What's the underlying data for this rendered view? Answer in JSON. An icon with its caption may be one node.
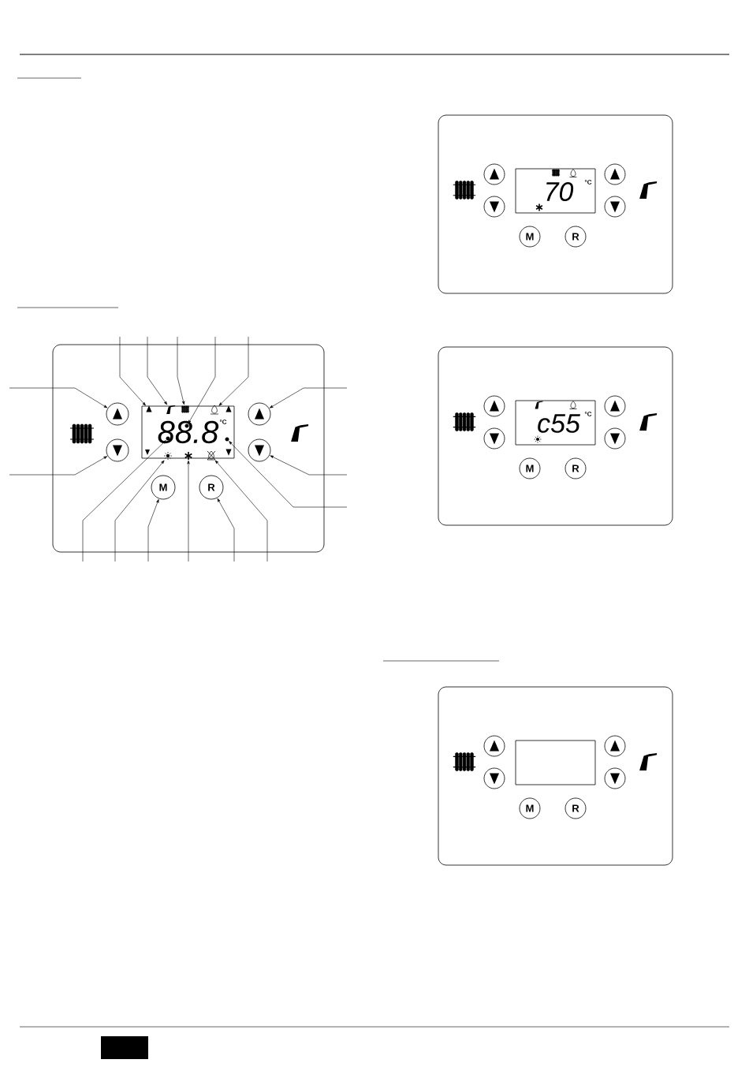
{
  "diagram": {
    "nodes": [
      {
        "text": [],
        "shape": "box"
      },
      {
        "text": [],
        "shape": "circle",
        "in": 0
      },
      {
        "text": [],
        "shape": "circle",
        "in": 0
      },
      {
        "text": [],
        "shape": "circle",
        "in": 0
      },
      {
        "text": [],
        "shape": "circle",
        "in": 0
      },
      {
        "text": [
          "88.8",
          "°C"
        ],
        "in": 0
      },
      {
        "text": [],
        "shape": "triangle",
        "in": 5
      },
      {
        "text": [],
        "shape": "picture",
        "in": 5
      },
      {
        "text": [],
        "shape": "picture",
        "in": 5
      },
      {
        "text": [],
        "shape": "circle",
        "in": 5
      },
      {
        "text": [],
        "shape": "picture",
        "in": 5
      },
      {
        "text": [],
        "shape": "circle",
        "in": 5
      },
      {
        "text": [],
        "shape": "circle",
        "in": 5
      },
      {
        "text": [],
        "shape": "picture",
        "in": 5
      },
      {
        "text": [],
        "shape": "picture",
        "in": 5
      },
      {
        "text": [],
        "shape": "picture",
        "in": 5
      },
      {
        "text": [
          "M"
        ],
        "in": 0
      },
      {
        "text": [
          "R"
        ],
        "in": 0
      },
      {
        "text": [],
        "shape": "box"
      },
      {
        "text": [],
        "shape": "circle",
        "in": 18
      },
      {
        "text": [],
        "shape": "circle",
        "in": 18
      },
      {
        "text": [],
        "shape": "circle",
        "in": 18
      },
      {
        "text": [],
        "shape": "circle",
        "in": 18
      },
      {
        "text": [
          "70",
          "°C"
        ],
        "in": 18
      },
      {
        "text": [
          "M"
        ],
        "in": 18
      },
      {
        "text": [
          "R"
        ],
        "in": 18
      },
      {
        "text": [],
        "shape": "box"
      },
      {
        "text": [],
        "shape": "circle",
        "in": 26
      },
      {
        "text": [],
        "shape": "circle",
        "in": 26
      },
      {
        "text": [],
        "shape": "circle",
        "in": 26
      },
      {
        "text": [],
        "shape": "circle",
        "in": 26
      },
      {
        "text": [
          "c55",
          "°C"
        ],
        "in": 26
      },
      {
        "text": [
          "M"
        ],
        "in": 26
      },
      {
        "text": [
          "R"
        ],
        "in": 26
      },
      {
        "text": [],
        "shape": "box"
      },
      {
        "text": [],
        "shape": "circle",
        "in": 34
      },
      {
        "text": [],
        "shape": "circle",
        "in": 34
      },
      {
        "text": [],
        "shape": "circle",
        "in": 34
      },
      {
        "text": [],
        "shape": "circle",
        "in": 34
      },
      {
        "text": [],
        "shape": "box",
        "in": 34
      },
      {
        "text": [
          "M"
        ],
        "in": 34
      },
      {
        "text": [
          "R"
        ],
        "in": 34
      }
    ],
    "edges": [
      {
        "from": null,
        "to": 6,
        "arrow": "to"
      },
      {
        "from": null,
        "to": 7,
        "arrow": "to"
      },
      {
        "from": null,
        "to": 8,
        "arrow": "to"
      },
      {
        "from": null,
        "to": 9,
        "arrow": "to"
      },
      {
        "from": null,
        "to": 10,
        "arrow": "to"
      },
      {
        "from": null,
        "to": 1,
        "arrow": "to"
      },
      {
        "from": null,
        "to": 2,
        "arrow": "to"
      },
      {
        "from": null,
        "to": 3,
        "arrow": "to"
      },
      {
        "from": null,
        "to": 4,
        "arrow": "to"
      },
      {
        "from": null,
        "to": 11,
        "arrow": "to"
      },
      {
        "from": null,
        "to": 12,
        "arrow": "to"
      },
      {
        "from": null,
        "to": 13,
        "arrow": "to"
      },
      {
        "from": null,
        "to": 16,
        "arrow": "to"
      },
      {
        "from": null,
        "to": 14,
        "arrow": "to"
      },
      {
        "from": null,
        "to": 17,
        "arrow": "to"
      },
      {
        "from": null,
        "to": 15,
        "arrow": "to"
      }
    ]
  }
}
